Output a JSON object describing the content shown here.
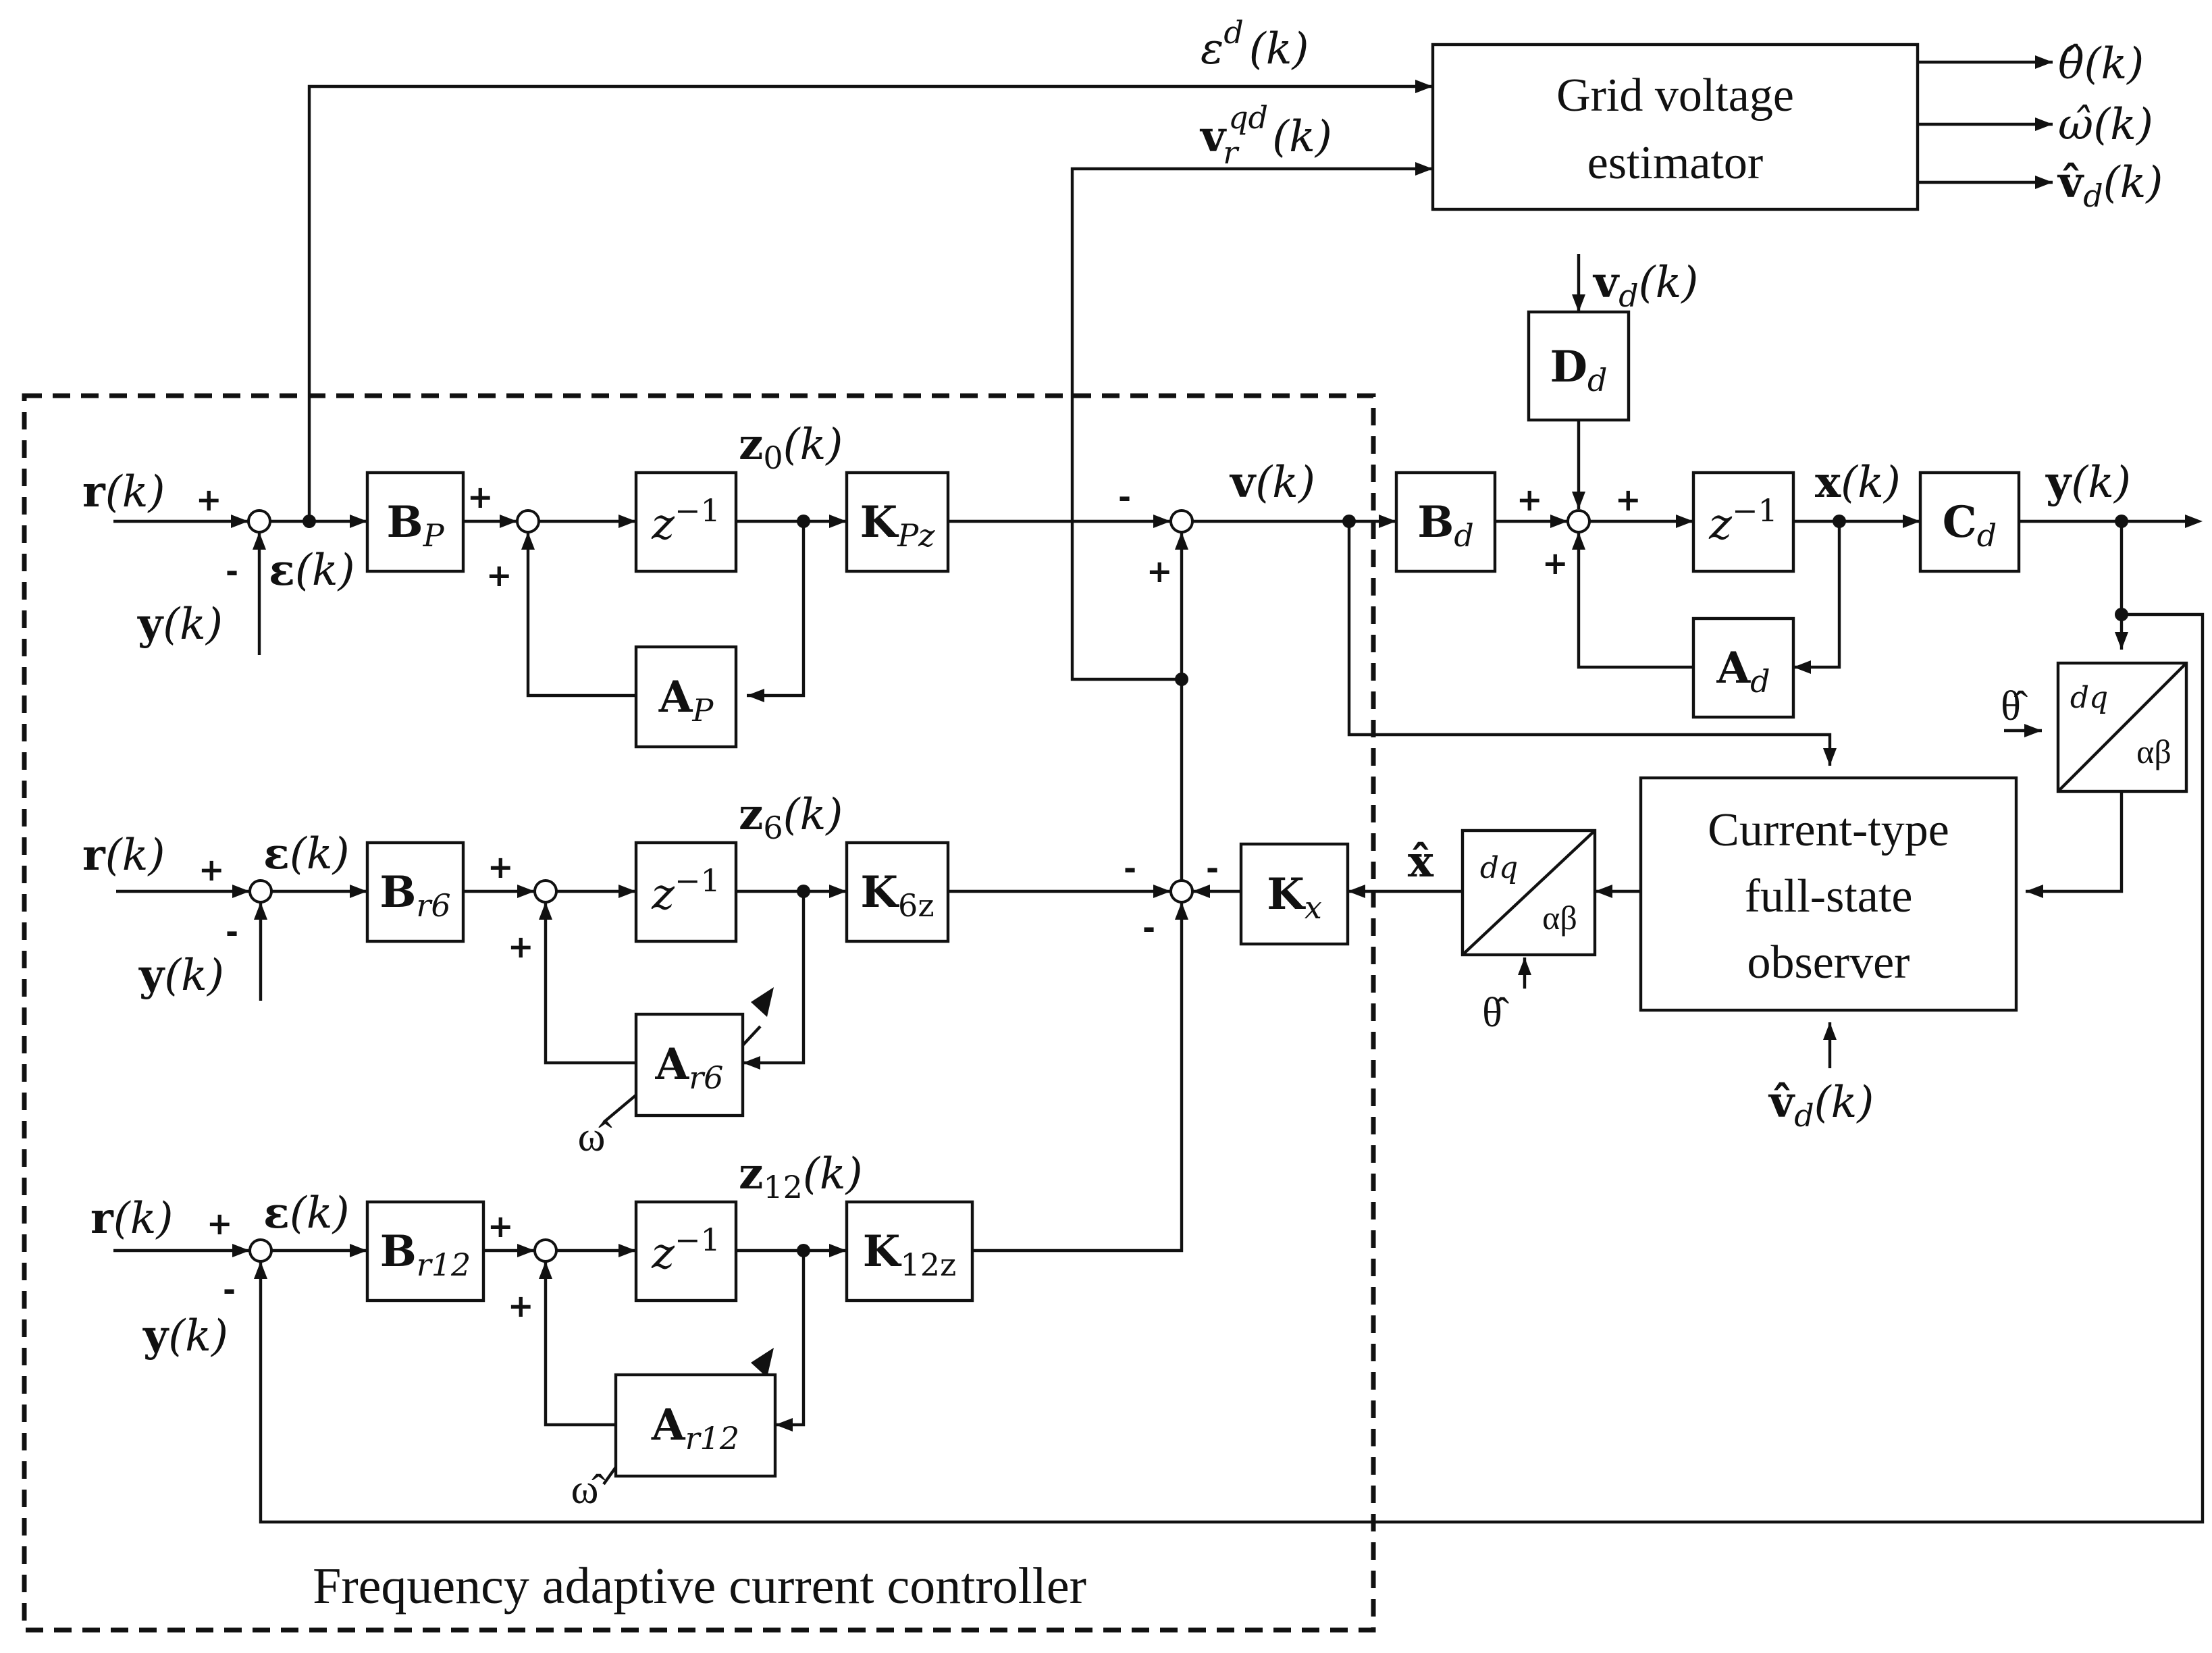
{
  "diagram": {
    "title": "Frequency adaptive current controller",
    "estimator": {
      "line1": "Grid voltage",
      "line2": "estimator",
      "input_error": {
        "sym": "ε",
        "sup": "d",
        "arg": "(k)"
      },
      "input_voltage": {
        "sym": "v",
        "sub": "r",
        "sup": "qd",
        "arg": "(k)"
      },
      "out_theta": "θ̂(k)",
      "out_omega": "ω̂(k)",
      "out_vd": {
        "sym": "v̂",
        "sub": "d",
        "arg": "(k)"
      }
    },
    "observer": {
      "line1": "Current-type",
      "line2": "full-state",
      "line3": "observer"
    },
    "transform": {
      "top": "dq",
      "bottom": "αβ"
    },
    "plant": {
      "Dd": {
        "sym": "D",
        "sub": "d"
      },
      "Bd": {
        "sym": "B",
        "sub": "d"
      },
      "Ad": {
        "sym": "A",
        "sub": "d"
      },
      "Cd": {
        "sym": "C",
        "sub": "d"
      },
      "delay": {
        "base": "z",
        "exp": "−1"
      },
      "vd_in": {
        "sym": "v",
        "sub": "d",
        "arg": "(k)"
      },
      "x_label": {
        "sym": "x",
        "arg": "(k)"
      },
      "y_label": {
        "sym": "y",
        "arg": "(k)"
      },
      "v_label": {
        "sym": "v",
        "arg": "(k)"
      }
    },
    "theta_hat": "θ̂",
    "omega_hat": "ω̂",
    "x_hat": "x̂",
    "vd_hat_in": {
      "sym": "v̂",
      "sub": "d",
      "arg": "(k)"
    },
    "Kx": {
      "sym": "K",
      "sub": "x"
    },
    "signals": {
      "r": {
        "sym": "r",
        "arg": "(k)"
      },
      "y": {
        "sym": "y",
        "arg": "(k)"
      },
      "eps": {
        "sym": "ε",
        "arg": "(k)"
      },
      "plus": "+",
      "minus": "-"
    },
    "paths": [
      {
        "B": {
          "sym": "B",
          "sub": "P"
        },
        "A": {
          "sym": "A",
          "sub": "P"
        },
        "K": {
          "sym": "K",
          "sub": "Pz"
        },
        "z": {
          "sym": "z",
          "sub": "0",
          "arg": "(k)"
        }
      },
      {
        "B": {
          "sym": "B",
          "sub": "r6"
        },
        "A": {
          "sym": "A",
          "sub": "r6"
        },
        "K": {
          "sym": "K",
          "sub": "6z"
        },
        "z": {
          "sym": "z",
          "sub": "6",
          "arg": "(k)"
        }
      },
      {
        "B": {
          "sym": "B",
          "sub": "r12"
        },
        "A": {
          "sym": "A",
          "sub": "r12"
        },
        "K": {
          "sym": "K",
          "sub": "12z"
        },
        "z": {
          "sym": "z",
          "sub": "12",
          "arg": "(k)"
        }
      }
    ]
  }
}
